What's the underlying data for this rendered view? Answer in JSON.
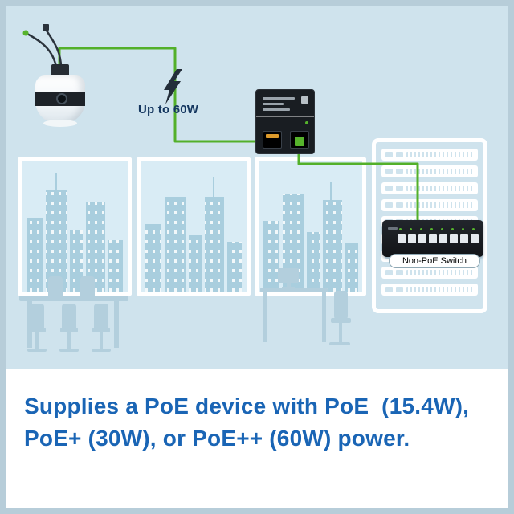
{
  "diagram": {
    "power_label": "Up to 60W",
    "switch_label": "Non-PoE Switch",
    "devices": [
      "ptz-dome-camera",
      "poe-injector",
      "non-poe-switch",
      "server-rack"
    ],
    "icons": {
      "power-surge-icon": "lightning-bolt",
      "cable": "green-ethernet-line"
    },
    "colors": {
      "cable_green": "#53b02a",
      "scene_background": "#cfe3ed",
      "frame_border": "#b7cdd9",
      "caption_blue": "#1a65b5",
      "port_orange": "#dd9a2b"
    }
  },
  "caption": {
    "line1": "Supplies a PoE device with PoE  (15.4W),",
    "line2": "PoE+ (30W), or PoE++ (60W) power."
  }
}
